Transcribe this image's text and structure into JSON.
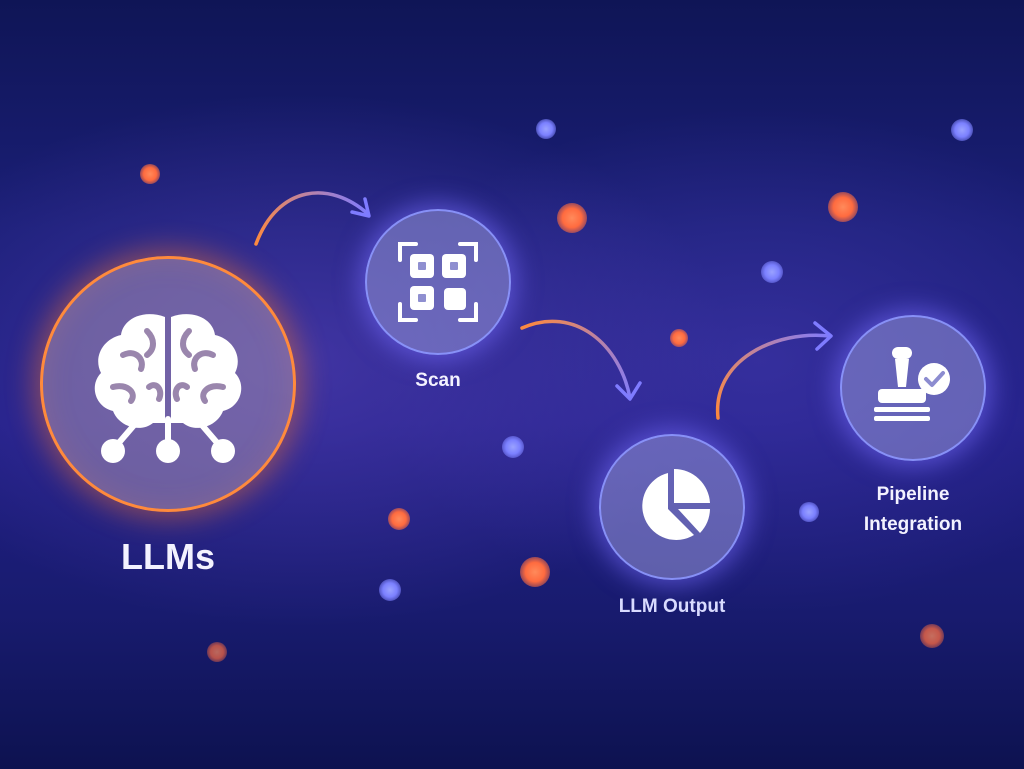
{
  "nodes": {
    "llms": {
      "label": "LLMs",
      "icon": "brain-network-icon"
    },
    "scan": {
      "label": "Scan",
      "icon": "qr-scan-icon"
    },
    "llm_output": {
      "label": "LLM Output",
      "icon": "pie-chart-icon"
    },
    "pipeline": {
      "label_line1": "Pipeline",
      "label_line2": "Integration",
      "icon": "approval-stamp-icon"
    }
  },
  "colors": {
    "accent_orange": "#ff8a3c",
    "accent_blue": "#7b80ff",
    "background": "#1b1f78"
  }
}
